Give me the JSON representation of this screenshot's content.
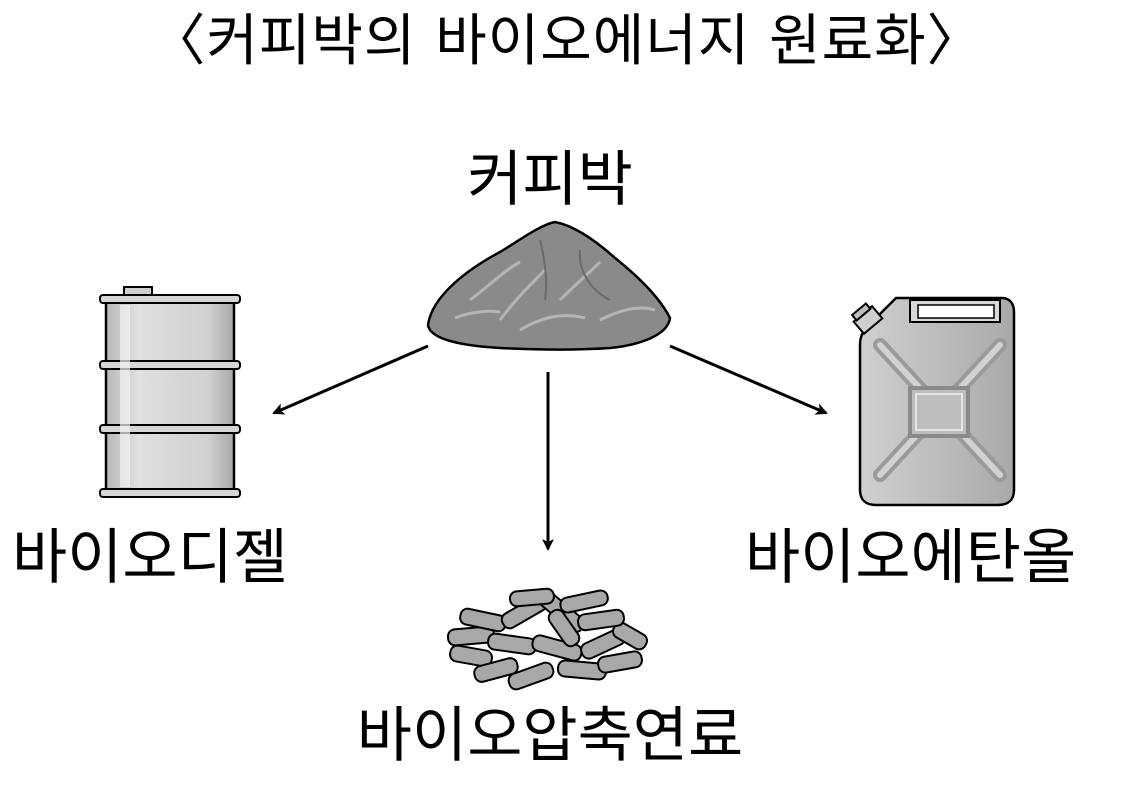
{
  "title": "〈커피박의 바이오에너지 원료화〉",
  "source": {
    "label": "커피박",
    "icon": "coffee-grounds-pile-icon"
  },
  "outputs": [
    {
      "label": "바이오디젤",
      "icon": "oil-drum-icon"
    },
    {
      "label": "바이오압축연료",
      "icon": "pellet-pile-icon"
    },
    {
      "label": "바이오에탄올",
      "icon": "jerry-can-icon"
    }
  ],
  "colors": {
    "background": "#ffffff",
    "text": "#000000",
    "pile": "#8a8a8a",
    "drum": "#c8c8c8",
    "can": "#bdbdbd",
    "pellets": "#a8a8a8"
  }
}
